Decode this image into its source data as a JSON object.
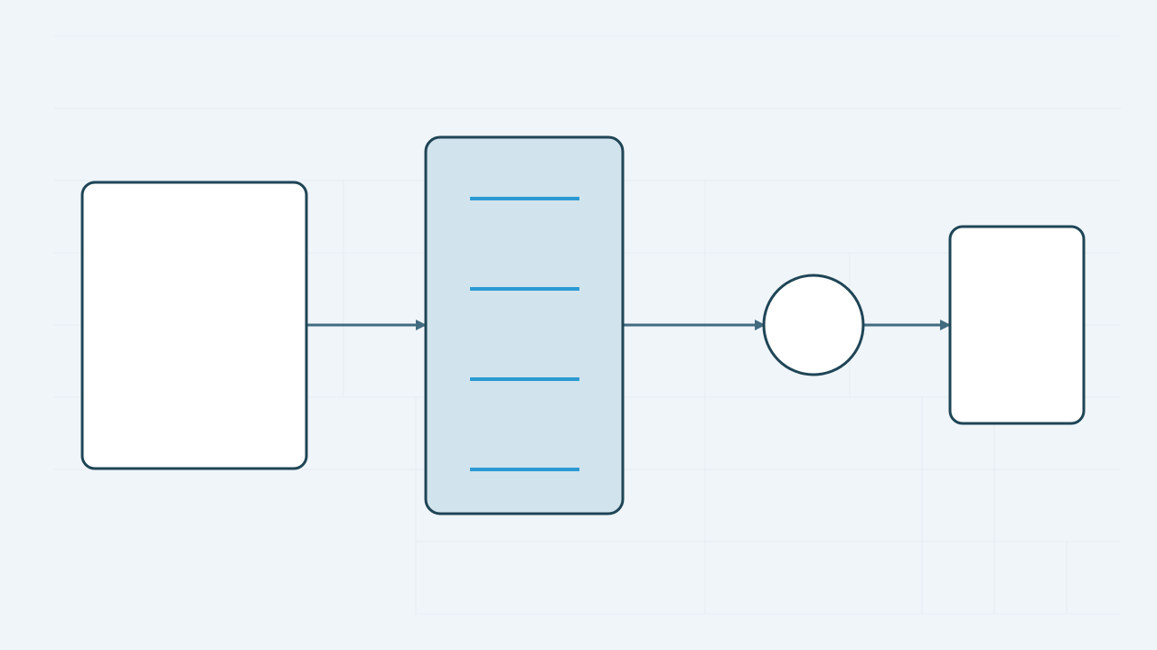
{
  "diagram": {
    "colors": {
      "background": "#f0f5f9",
      "grid_line": "#e6edf2",
      "node_stroke": "#1f4556",
      "node_fill": "#ffffff",
      "container_fill": "#d1e3ec",
      "edge": "#426b80",
      "slot_line": "#2b9ad3"
    },
    "nodes": [
      {
        "id": "source",
        "shape": "rounded-rect"
      },
      {
        "id": "stack",
        "shape": "rounded-rect",
        "slots": 4
      },
      {
        "id": "junction",
        "shape": "circle"
      },
      {
        "id": "target",
        "shape": "rounded-rect"
      }
    ],
    "edges": [
      {
        "from": "source",
        "to": "stack"
      },
      {
        "from": "stack",
        "to": "junction"
      },
      {
        "from": "junction",
        "to": "target"
      }
    ]
  }
}
